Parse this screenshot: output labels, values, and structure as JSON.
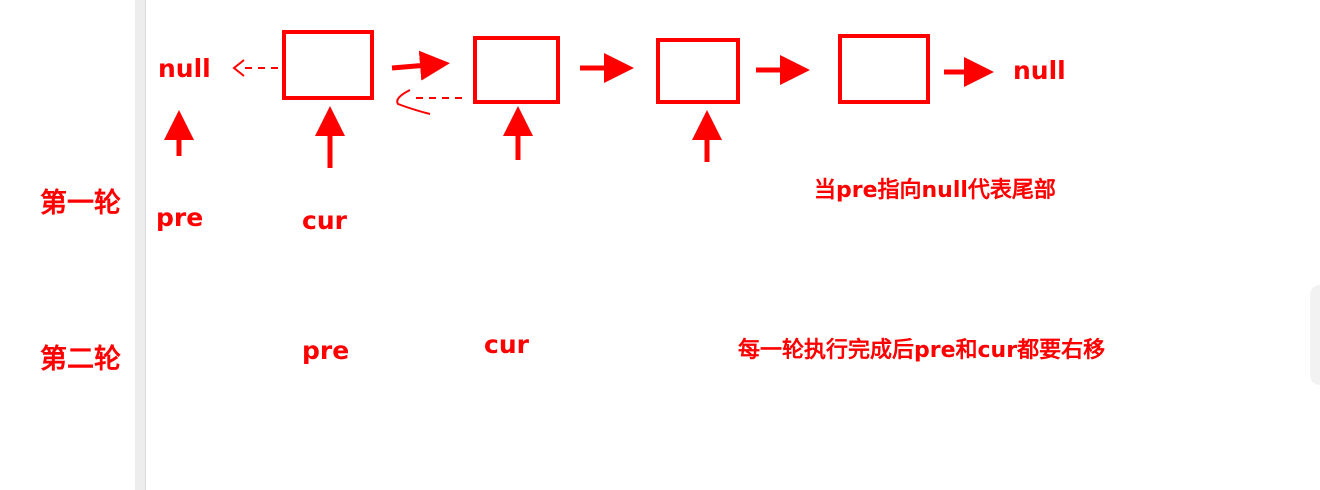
{
  "accent_color": "#ff0000",
  "list": {
    "left_terminal": "null",
    "right_terminal": "null",
    "node_count": 4
  },
  "round1": {
    "label": "第一轮",
    "pre": "pre",
    "cur": "cur",
    "note": "当pre指向null代表尾部"
  },
  "round2": {
    "label": "第二轮",
    "pre": "pre",
    "cur": "cur",
    "note": "每一轮执行完成后pre和cur都要右移"
  }
}
